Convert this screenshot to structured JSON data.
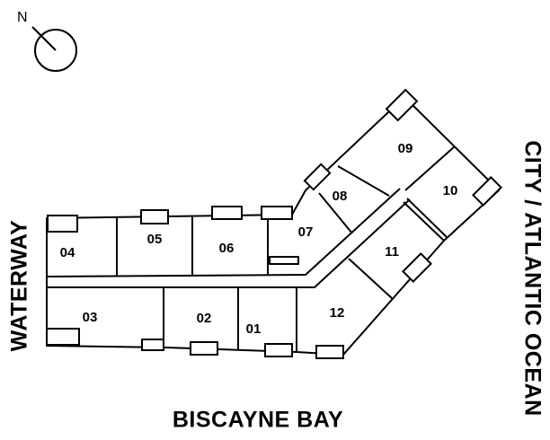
{
  "compass": {
    "label": "N"
  },
  "sides": {
    "west": "WATERWAY",
    "east": "CITY / ATLANTIC OCEAN",
    "south": "BISCAYNE BAY"
  },
  "units": [
    {
      "id": "01",
      "label": "01"
    },
    {
      "id": "02",
      "label": "02"
    },
    {
      "id": "03",
      "label": "03"
    },
    {
      "id": "04",
      "label": "04"
    },
    {
      "id": "05",
      "label": "05"
    },
    {
      "id": "06",
      "label": "06"
    },
    {
      "id": "07",
      "label": "07"
    },
    {
      "id": "08",
      "label": "08"
    },
    {
      "id": "09",
      "label": "09"
    },
    {
      "id": "10",
      "label": "10"
    },
    {
      "id": "11",
      "label": "11"
    },
    {
      "id": "12",
      "label": "12"
    }
  ],
  "colors": {
    "line": "#000000",
    "background": "#ffffff"
  }
}
